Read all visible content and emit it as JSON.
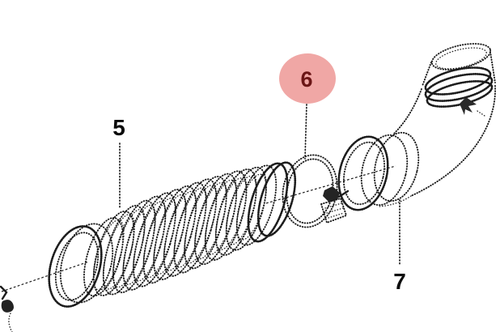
{
  "diagram": {
    "type": "parts-exploded-view",
    "background": "#ffffff",
    "line_color": "#1c1c1c",
    "label_color": "#0c0c0c",
    "highlight": {
      "fill": "#f0a7a5",
      "text_color": "#6b1616"
    },
    "callouts": [
      {
        "part_number": "5",
        "highlighted": false
      },
      {
        "part_number": "6",
        "highlighted": true
      },
      {
        "part_number": "7",
        "highlighted": false
      }
    ]
  }
}
